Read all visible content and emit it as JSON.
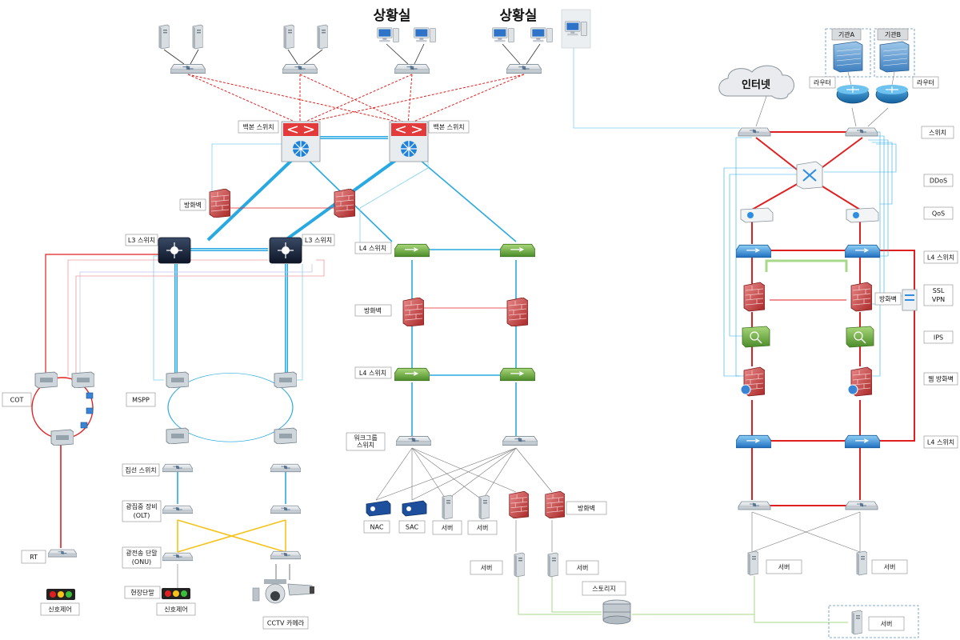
{
  "title_left": "상황실",
  "title_right": "상황실",
  "labels": {
    "backbone_switch_1": "백본 스위치",
    "backbone_switch_2": "백본 스위치",
    "firewall_left": "방화벽",
    "l3_switch_1": "L3 스위치",
    "l3_switch_2": "L3 스위치",
    "l4_switch_top": "L4 스위치",
    "firewall_mid": "방화벽",
    "l4_switch_mid": "L4 스위치",
    "workgroup_switch": "워크그룹\n스위치",
    "nac": "NAC",
    "sac": "SAC",
    "server_a": "서버",
    "server_b": "서버",
    "firewall_low": "방화벽",
    "server_c": "서버",
    "server_d": "서버",
    "storage": "스토리지",
    "cot": "COT",
    "mspp": "MSPP",
    "aggregation_switch": "집선 스위치",
    "olt": "광집중 장비\n(OLT)",
    "onu": "광전송 단말\n(ONU)",
    "field_terminal": "현장단말",
    "signal_control_1": "신호제어",
    "signal_control_2": "신호제어",
    "cctv": "CCTV 카메라",
    "rt": "RT",
    "internet": "인터넷",
    "org_a": "기관A",
    "org_b": "기관B",
    "router_left": "라우터",
    "router_right": "라우터",
    "switch_right": "스위치",
    "ddos": "DDoS",
    "qos": "QoS",
    "l4_switch_right_1": "L4 스위치",
    "ssl_vpn": "SSL\nVPN",
    "firewall_right": "방화벽",
    "ips": "IPS",
    "web_firewall": "웹 방화벽",
    "l4_switch_right_2": "L4 스위치",
    "server_e": "서버",
    "server_f": "서버",
    "server_g": "서버"
  },
  "colors": {
    "red_link": "#e02020",
    "blue_link": "#29a9e1",
    "light_blue_link": "#7fd0f0",
    "yellow_link": "#f6c21c",
    "green_link": "#a8d88a",
    "gray_link": "#888888"
  }
}
